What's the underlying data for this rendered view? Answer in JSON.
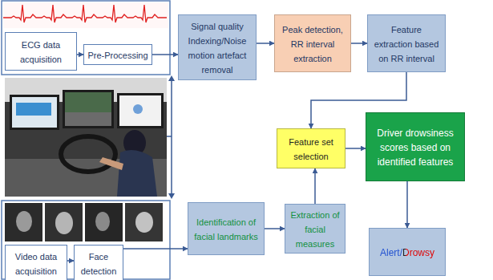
{
  "diagram": {
    "nodes": [
      {
        "text": [
          "ECG data acquisition"
        ]
      },
      {
        "text": [
          "Pre-Processing"
        ]
      },
      {
        "text": [
          "Signal quality Indexing/Noise motion artefact removal"
        ]
      },
      {
        "text": [
          "Peak detection, RR interval extraction"
        ]
      },
      {
        "text": [
          "Feature extraction based on RR interval"
        ]
      },
      {
        "text": [
          "Video data acquisition"
        ]
      },
      {
        "text": [
          "Face detection"
        ]
      },
      {
        "text": [
          "Identification of facial landmarks"
        ]
      },
      {
        "text": [
          "Extraction of facial measures"
        ]
      },
      {
        "text": [
          "Feature set selection"
        ]
      },
      {
        "text": [
          "Driver drowsiness scores based on identified features"
        ]
      },
      {
        "text": [
          "Alert/Drowsy"
        ]
      }
    ],
    "edges": [
      {
        "from": 0,
        "to": 1,
        "arrow": "to"
      },
      {
        "from": 1,
        "to": 2,
        "arrow": "to"
      },
      {
        "from": 2,
        "to": 3,
        "arrow": "to"
      },
      {
        "from": 3,
        "to": 4,
        "arrow": "to"
      },
      {
        "from": 4,
        "to": 9,
        "arrow": "to"
      },
      {
        "from": 5,
        "to": 6,
        "arrow": "to"
      },
      {
        "from": 6,
        "to": 7,
        "arrow": "to"
      },
      {
        "from": 7,
        "to": 8,
        "arrow": "to"
      },
      {
        "from": 8,
        "to": 9,
        "arrow": "to"
      },
      {
        "from": 9,
        "to": 10,
        "arrow": "to"
      },
      {
        "from": 10,
        "to": 11,
        "arrow": "to"
      }
    ]
  }
}
